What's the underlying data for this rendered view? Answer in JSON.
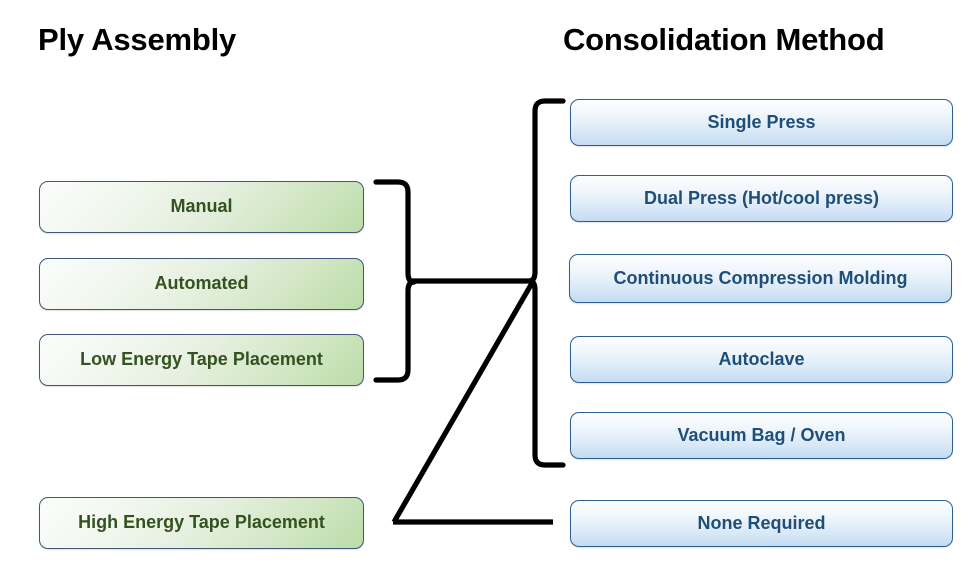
{
  "columns": {
    "left": {
      "heading": "Ply Assembly",
      "nodes": [
        {
          "label": "Manual"
        },
        {
          "label": "Automated"
        },
        {
          "label": "Low Energy Tape Placement"
        },
        {
          "label": "High Energy Tape Placement"
        }
      ]
    },
    "right": {
      "heading": "Consolidation Method",
      "nodes": [
        {
          "label": "Single Press"
        },
        {
          "label": "Dual Press (Hot/cool press)"
        },
        {
          "label": "Continuous Compression Molding"
        },
        {
          "label": "Autoclave"
        },
        {
          "label": "Vacuum Bag / Oven"
        },
        {
          "label": "None Required"
        }
      ]
    }
  },
  "connectors": {
    "left_group_brace": "group-brace-manual-automated-low-energy",
    "right_group_brace": "group-brace-single-press-through-vacuum-bag",
    "arrow_group_to_group": "arrow-ply-group-to-consolidation-group",
    "arrow_high_energy_to_none": "arrow-high-energy-to-none-required",
    "arrow_high_energy_to_group": "arrow-high-energy-to-consolidation-group"
  },
  "colors": {
    "green_border": "#41577a",
    "green_text": "#33521f",
    "green_fill_light": "#fbfdfb",
    "green_fill_dark": "#bcdca8",
    "blue_border": "#2e5f93",
    "blue_text": "#1f4e79",
    "blue_fill_light": "#fdfeff",
    "blue_fill_dark": "#c3dcf2",
    "heading_text": "#000000",
    "connector_stroke": "#000000",
    "background": "#ffffff"
  }
}
